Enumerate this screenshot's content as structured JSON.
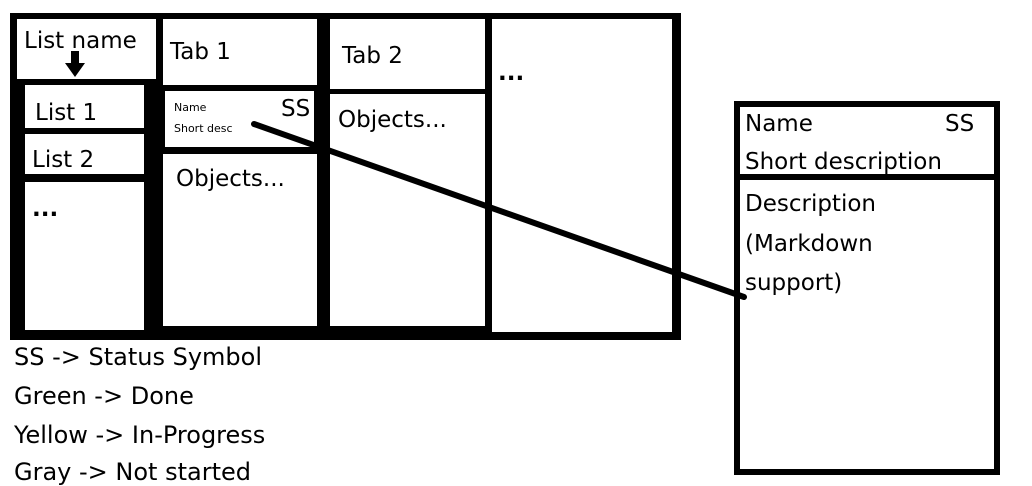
{
  "main": {
    "list_name": "List name",
    "lists": [
      "List 1",
      "List 2",
      "..."
    ],
    "tabs": [
      "Tab 1",
      "Tab 2",
      "..."
    ],
    "card": {
      "name": "Name",
      "short_desc": "Short desc",
      "status": "SS"
    },
    "tab1_objects": "Objects...",
    "tab2_objects": "Objects..."
  },
  "detail": {
    "name": "Name",
    "status": "SS",
    "short_description": "Short description",
    "description_lines": [
      "Description",
      "(Markdown",
      "support)"
    ]
  },
  "legend": [
    "SS -> Status Symbol",
    "Green -> Done",
    "Yellow -> In-Progress",
    "Gray -> Not started"
  ]
}
